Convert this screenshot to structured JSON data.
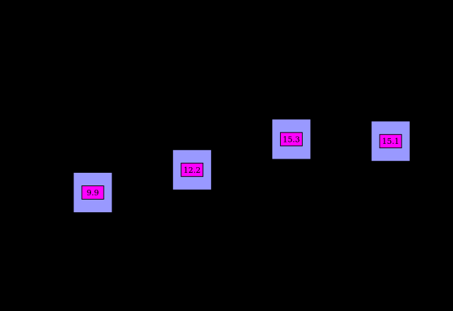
{
  "chart_data": {
    "type": "scatter",
    "x": [
      1,
      2,
      3,
      4
    ],
    "values": [
      9.9,
      12.2,
      15.3,
      15.1
    ],
    "labels": [
      "9.9",
      "12.2",
      "15.3",
      "15.1"
    ],
    "title": "",
    "xlabel": "",
    "ylabel": "",
    "grid": false,
    "colors": {
      "background": "#000000",
      "marker_fill": "#9999ff",
      "label_fill": "#ff00ff",
      "label_border": "#000000",
      "label_text": "#000000"
    }
  }
}
